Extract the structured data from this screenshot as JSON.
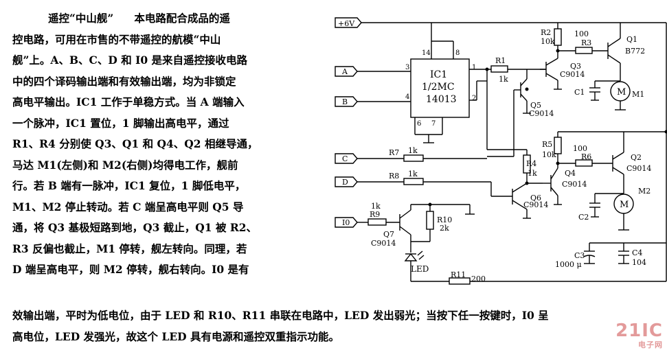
{
  "article": {
    "title": "遥控“中山舰”",
    "lines": [
      "本电路配合成品的遥",
      "控电路，可用在市售的不带遥控的航模“中山",
      "舰”上。A、B、C、D 和 I0 是来自遥控接收电路",
      "中的四个译码输出端和有效输出端，均为非锁定",
      "高电平输出。IC1 工作于单稳方式。当 A 端输入",
      "一个脉冲，IC1 置位，1 脚输出高电平，通过",
      "R1、R4 分别使 Q3、Q1 和 Q4、Q2 相继导通，",
      "马达 M1(左侧)和 M2(右侧)均得电工作，舰前",
      "行。若 B 端有一脉冲，IC1 复位，1 脚低电平，",
      "M1、M2 停止转动。若 C 端呈高电平则 Q5 导",
      "通，将 Q3 基极短路到地，Q3 截止，Q1 被 R2、",
      "R3 反偏也截止，M1 停转，舰左转向。同理，若",
      "D 端呈高电平，则 M2 停转，舰右转向。I0 是有"
    ],
    "bottom_lines": [
      "效输出端，平时为低电位，由于 LED 和 R10、R11 串联在电路中，LED 发出弱光；当按下任一按键时，I0 呈",
      "高电位，LED 发强光，故这个 LED 具有电源和遥控双重指示功能。"
    ]
  },
  "schematic": {
    "supply": "+6V",
    "inputs": {
      "a": "A",
      "b": "B",
      "c": "C",
      "d": "D",
      "io": "I0"
    },
    "ic": {
      "name": "IC1",
      "sub": "1/2MC",
      "part": "14013",
      "pin14": "14",
      "pin8": "8",
      "pin3": "3",
      "pin4": "4",
      "pin1": "1",
      "pin2": "2",
      "pin6": "6",
      "pin7": "7"
    },
    "r1": "R1",
    "r1_val": "1k",
    "r2": "R2",
    "r2_val": "10k",
    "r3": "R3",
    "r3_val": "100",
    "r4": "R4",
    "r4_val": "1k",
    "r5": "R5",
    "r5_val": "10k",
    "r6": "R6",
    "r6_val": "100",
    "r7": "R7",
    "r7_val": "1k",
    "r8": "R8",
    "r8_val": "1k",
    "r9": "R9",
    "r9_val": "1k",
    "r10": "R10",
    "r10_val": "2k",
    "r11": "R11",
    "r11_val": "200",
    "q1": "Q1",
    "q1_part": "B772",
    "q2": "Q2",
    "q2_part": "C9014",
    "q3": "Q3",
    "q3_part": "C9014",
    "q4": "Q4",
    "q4_part": "C9014",
    "q5": "Q5",
    "q5_part": "C9014",
    "q6": "Q6",
    "q6_part": "C9014",
    "q7": "Q7",
    "q7_part": "C9014",
    "m1": "M1",
    "m2": "M2",
    "c1": "C1",
    "c2": "C2",
    "c3": "C3",
    "c3_val": "1000 μ",
    "c4": "C4",
    "c4_val": "104",
    "led": "LED"
  },
  "watermark": {
    "main": "21IC",
    "sub": "电子网"
  }
}
